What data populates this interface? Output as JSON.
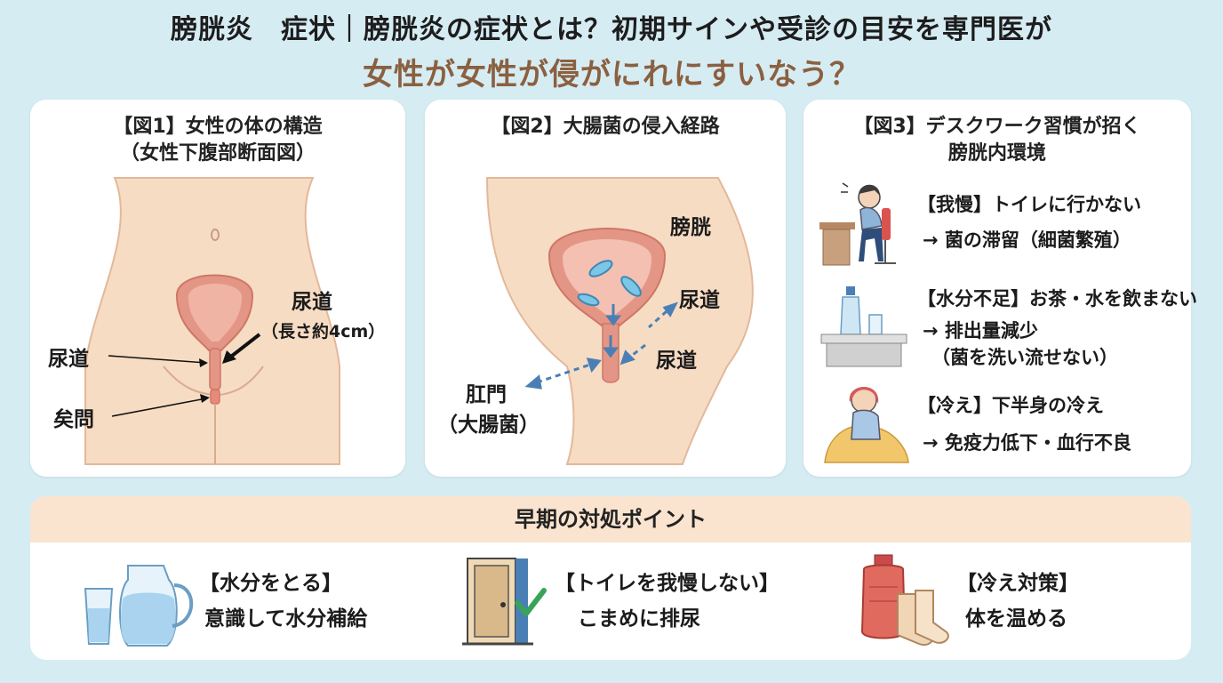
{
  "header": {
    "title": "膀胱炎　症状｜膀胱炎の症状とは？初期サインや受診の目安を専門医が",
    "subtitle": "女性が女性が侵がにれにすいなう？"
  },
  "figure1": {
    "title_line1": "【図1】女性の体の構造",
    "title_line2": "（女性下腹部断面図）",
    "label_urethra_right": "尿道",
    "label_urethra_length": "（長さ約4cm）",
    "label_urethra_left": "尿道",
    "label_vagina": "矣問"
  },
  "figure2": {
    "title": "【図2】大腸菌の侵入経路",
    "label_bladder": "膀胱",
    "label_urethra_top": "尿道",
    "label_urethra_bottom": "尿道",
    "label_anus": "肛門",
    "label_ecoli": "（大腸菌）"
  },
  "figure3": {
    "title_line1": "【図3】デスクワーク習慣が招く",
    "title_line2": "膀胱内環境",
    "rows": [
      {
        "icon": "desk-worker-icon",
        "line1": "【我慢】トイレに行かない",
        "line2": "→ 菌の滞留（細菌繁殖）",
        "line3": ""
      },
      {
        "icon": "water-bottle-icon",
        "line1": "【水分不足】お茶・水を飲まない",
        "line2": "→ 排出量減少",
        "line3": "（菌を洗い流せない）"
      },
      {
        "icon": "cold-person-icon",
        "line1": "【冷え】下半身の冷え",
        "line2": "→ 免疫力低下・血行不良",
        "line3": ""
      }
    ]
  },
  "tips": {
    "heading": "早期の対処ポイント",
    "items": [
      {
        "icon": "water-pitcher-icon",
        "label": "【水分をとる】",
        "desc": "意識して水分補給"
      },
      {
        "icon": "toilet-door-icon",
        "label": "【トイレを我慢しない】",
        "desc": "こまめに排尿"
      },
      {
        "icon": "hot-water-bottle-icon",
        "label": "【冷え対策】",
        "desc": "体を温める"
      }
    ]
  },
  "colors": {
    "background": "#d6ecf3",
    "skin": "#f7dcc4",
    "bladder": "#e49686",
    "arrow": "#4a7fb5",
    "bacteria": "#7cc6e6",
    "subtitle": "#8a6040",
    "tips_header": "#fae4cf"
  }
}
